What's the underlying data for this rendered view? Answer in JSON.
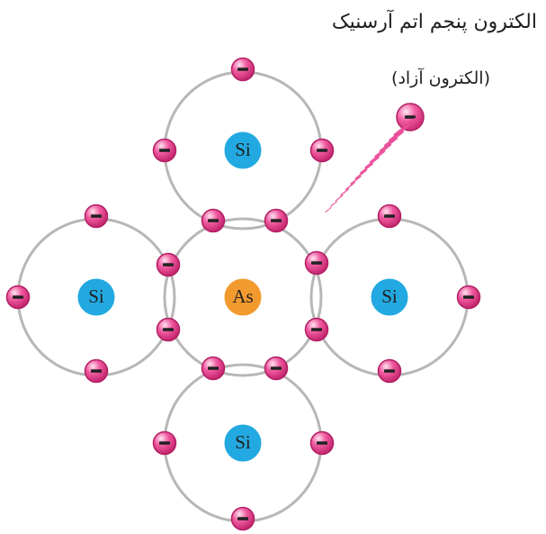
{
  "caption": {
    "line1": "الکترون پنجم اتم آرسنیک",
    "line2": "(الکترون آزاد)"
  },
  "center_atom": {
    "label": "As",
    "color": "#f39a2f"
  },
  "neighbor_atoms": [
    {
      "id": "top",
      "label": "Si",
      "color": "#23a9e1"
    },
    {
      "id": "left",
      "label": "Si",
      "color": "#23a9e1"
    },
    {
      "id": "right",
      "label": "Si",
      "color": "#23a9e1"
    },
    {
      "id": "bottom",
      "label": "Si",
      "color": "#23a9e1"
    }
  ],
  "colors": {
    "orbit": "#b7b7b7",
    "electron": "#e83e8c",
    "electron_highlight": "#fbd1e6",
    "free_electron_trail": "#e94a96"
  },
  "electrons": {
    "minus_sign": "−"
  }
}
